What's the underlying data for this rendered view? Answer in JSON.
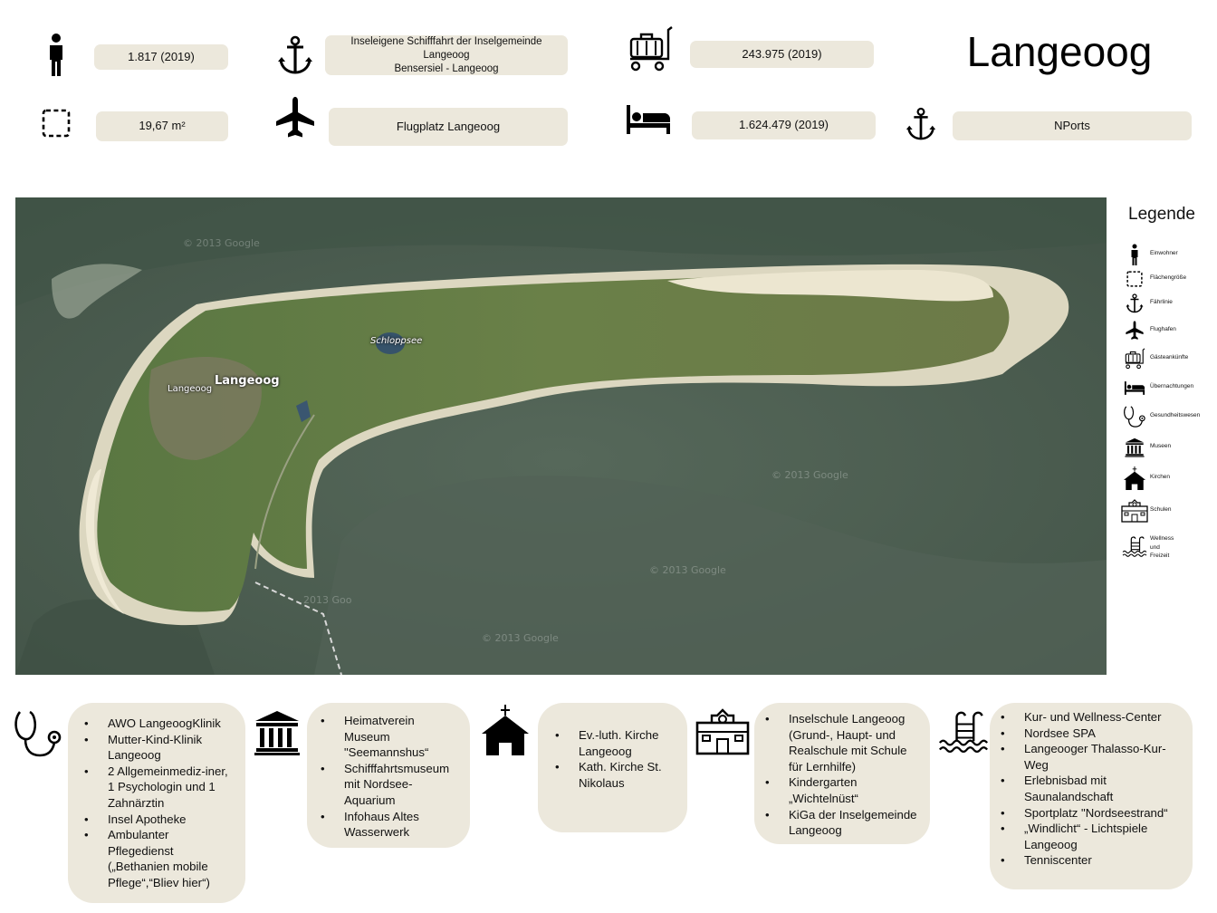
{
  "title": "Langeoog",
  "stats": {
    "einwohner": "1.817  (2019)",
    "flaeche": "19,67 m²",
    "faehre": [
      "Inseleigene Schifffahrt der Inselgemeinde",
      "Langeoog",
      "Bensersiel - Langeoog"
    ],
    "flughafen": "Flugplatz Langeoog",
    "gaeste": "243.975  (2019)",
    "uebernachtungen": "1.624.479  (2019)",
    "hafen": "NPorts"
  },
  "map": {
    "labels": {
      "lake": "Schloppsee",
      "town_main": "Langeoog",
      "town_small": "Langeoog"
    },
    "watermarks": [
      "© 2013 Google",
      "© 2013 Google",
      "© 2013 Google",
      "2013 Goo",
      "© 2013 Google"
    ]
  },
  "legend": {
    "title": "Legende",
    "items": [
      {
        "icon": "person-icon",
        "label": "Einwohner"
      },
      {
        "icon": "dashed-square-icon",
        "label": "Flächengröße"
      },
      {
        "icon": "anchor-icon",
        "label": "Fährlinie"
      },
      {
        "icon": "airplane-icon",
        "label": "Flughafen"
      },
      {
        "icon": "luggage-cart-icon",
        "label": "Gästeankünfte"
      },
      {
        "icon": "bed-icon",
        "label": "Übernachtungen"
      },
      {
        "icon": "stethoscope-icon",
        "label": "Gesundheitswesen"
      },
      {
        "icon": "museum-icon",
        "label": "Museen"
      },
      {
        "icon": "church-icon",
        "label": "Kirchen"
      },
      {
        "icon": "school-icon",
        "label": "Schulen"
      },
      {
        "icon": "pool-ladder-icon",
        "label": "Wellness und Freizeit"
      }
    ]
  },
  "categories": {
    "gesundheit": [
      "AWO LangeoogKlinik",
      "Mutter-Kind-Klinik Langeoog",
      "2 Allgemeinmediz-iner, 1 Psychologin und 1 Zahnärztin",
      "Insel Apotheke",
      "Ambulanter Pflegedienst („Bethanien mobile Pflege“,“Bliev hier“)"
    ],
    "museen": [
      "Heimatverein Museum  \"Seemannshus“",
      "Schifffahrtsmuseum mit Nordsee-Aquarium",
      "Infohaus Altes Wasserwerk"
    ],
    "kirchen": [
      "Ev.-luth. Kirche Langeoog",
      "Kath. Kirche St. Nikolaus"
    ],
    "schulen": [
      "Inselschule Langeoog (Grund-, Haupt- und Realschule mit Schule für Lernhilfe)",
      "Kindergarten „Wichtelnüst“",
      "KiGa der Inselgemeinde Langeoog"
    ],
    "wellness": [
      "Kur- und Wellness-Center",
      "Nordsee SPA",
      "Langeooger Thalasso-Kur-Weg",
      "Erlebnisbad mit Saunalandschaft",
      "Sportplatz \"Nordseestrand“",
      "„Windlicht“ - Lichtspiele Langeoog",
      "Tenniscenter"
    ]
  },
  "colors": {
    "pill": "#ece8dc",
    "water": "#4d5f52",
    "land": "#5f7a45",
    "sand": "#e6e0cc"
  }
}
